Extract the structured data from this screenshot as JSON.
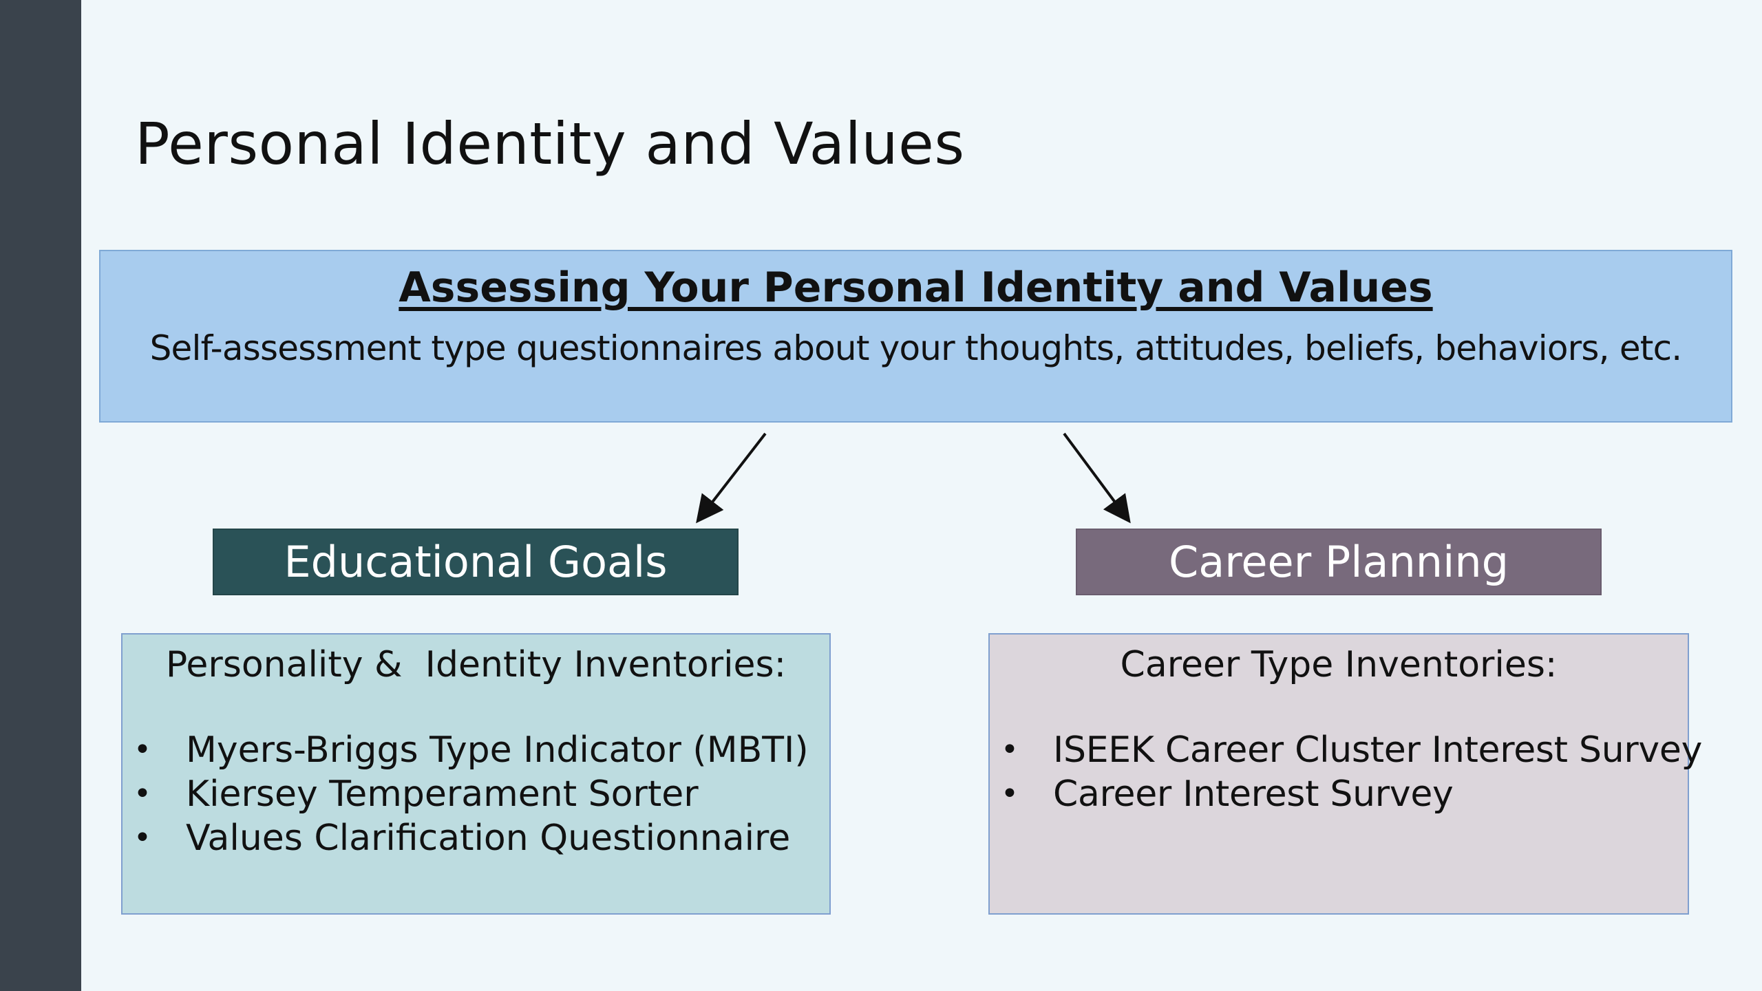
{
  "slide": {
    "title": "Personal Identity and Values",
    "assessment": {
      "heading": "Assessing Your Personal Identity and Values",
      "description": "Self-assessment type questionnaires about your thoughts, attitudes, beliefs, behaviors, etc."
    },
    "branches": {
      "left": {
        "label": "Educational Goals",
        "color": "#2a5257",
        "inventory": {
          "heading": "Personality &  Identity Inventories:",
          "items": [
            "Myers-Briggs Type Indicator (MBTI)",
            "Kiersey Temperament Sorter",
            "Values Clarification Questionnaire"
          ],
          "color": "#bddce0"
        }
      },
      "right": {
        "label": "Career Planning",
        "color": "#786a7c",
        "inventory": {
          "heading": "Career Type Inventories:",
          "items": [
            "ISEEK Career Cluster Interest Survey",
            "Career Interest Survey"
          ],
          "color": "#dcd6dc"
        }
      }
    },
    "bullet_symbol": "•",
    "colors": {
      "sidebar": "#3a434c",
      "background": "#f0f7fa",
      "assessment_box": "#a8ccee"
    }
  }
}
